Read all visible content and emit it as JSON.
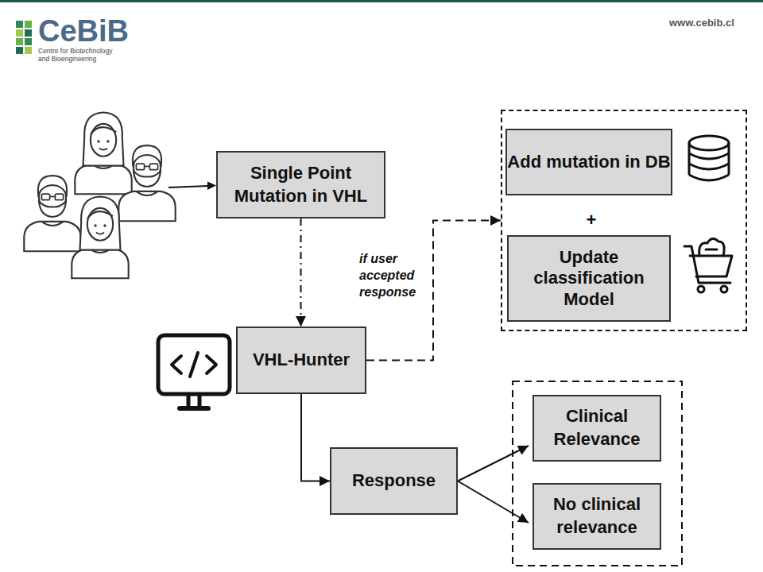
{
  "diagram": {
    "nodes": [
      {
        "text": [
          "Single Point Mutation in VHL"
        ]
      },
      {
        "text": [
          "+"
        ]
      },
      {
        "text": [
          "Add mutation in DB"
        ],
        "in": 1
      },
      {
        "text": [
          "Update classification Model"
        ],
        "in": 1
      },
      {
        "text": [
          "VHL-Hunter"
        ]
      },
      {
        "text": [
          "Response"
        ]
      },
      {
        "text": [
          "Clinical Relevance"
        ]
      },
      {
        "text": [
          "No clinical relevance"
        ]
      }
    ],
    "edges": [
      {
        "from": 0,
        "to": 4,
        "arrow": "to"
      },
      {
        "from": 4,
        "to": 1,
        "label": "if user accepted response",
        "arrow": "to"
      },
      {
        "from": 4,
        "to": 5,
        "arrow": "to"
      },
      {
        "from": 5,
        "to": 6,
        "arrow": "to"
      },
      {
        "from": 5,
        "to": 7,
        "arrow": "to"
      }
    ],
    "labels": [
      "CeBiB",
      "Centre for Biotechnology and Bioengineering",
      "www.cebib.cl"
    ]
  }
}
